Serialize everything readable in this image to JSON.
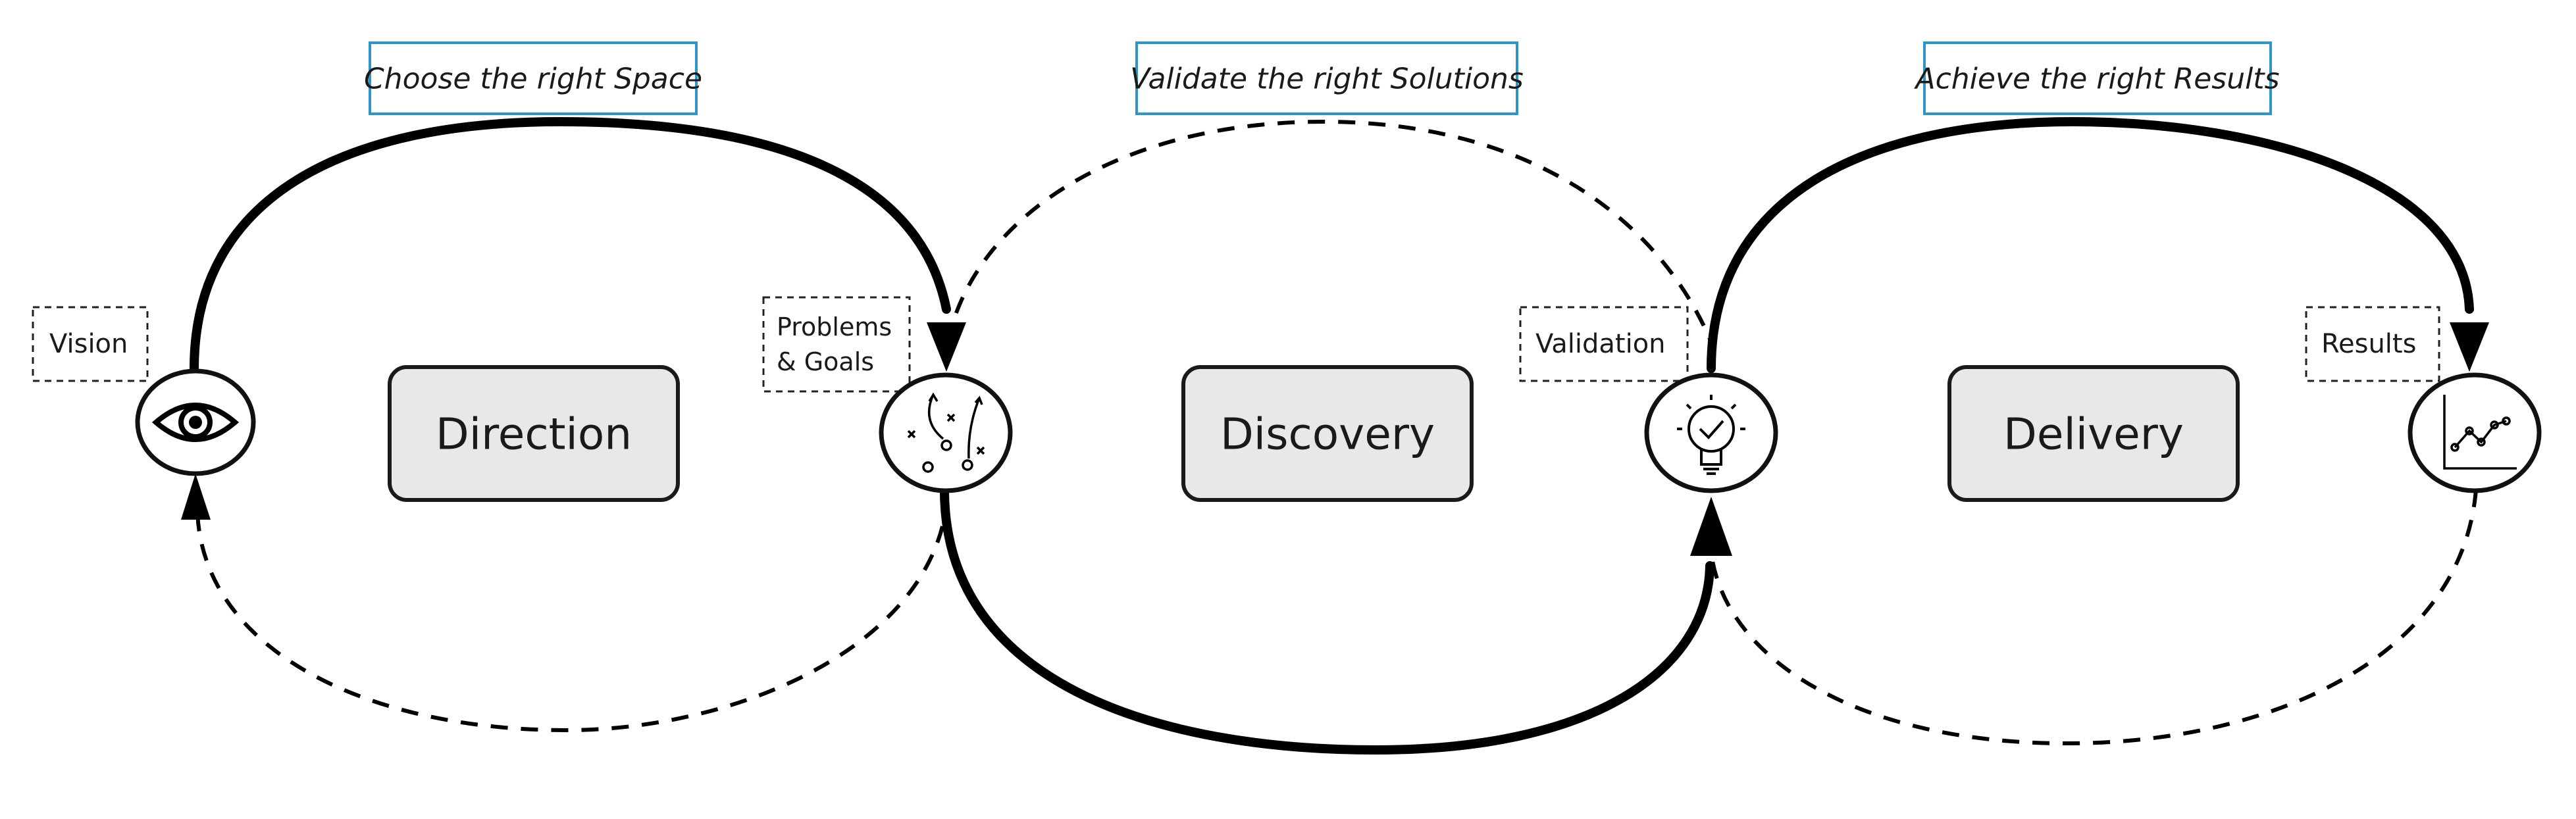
{
  "diagram": {
    "phases": {
      "direction": "Direction",
      "discovery": "Discovery",
      "delivery": "Delivery"
    },
    "titles": {
      "space": "Choose the right Space",
      "solutions": "Validate the right Solutions",
      "results": "Achieve the right Results"
    },
    "tags": {
      "vision": "Vision",
      "problems_line1": "Problems",
      "problems_line2": "& Goals",
      "validation": "Validation",
      "results": "Results"
    },
    "icons": {
      "vision": "eye-icon",
      "problems": "strategy-play-icon",
      "validation": "lightbulb-check-icon",
      "results": "line-chart-icon"
    },
    "colors": {
      "title_border": "#2e95c9",
      "phase_fill": "#e8e8e8",
      "stroke": "#000000"
    }
  }
}
